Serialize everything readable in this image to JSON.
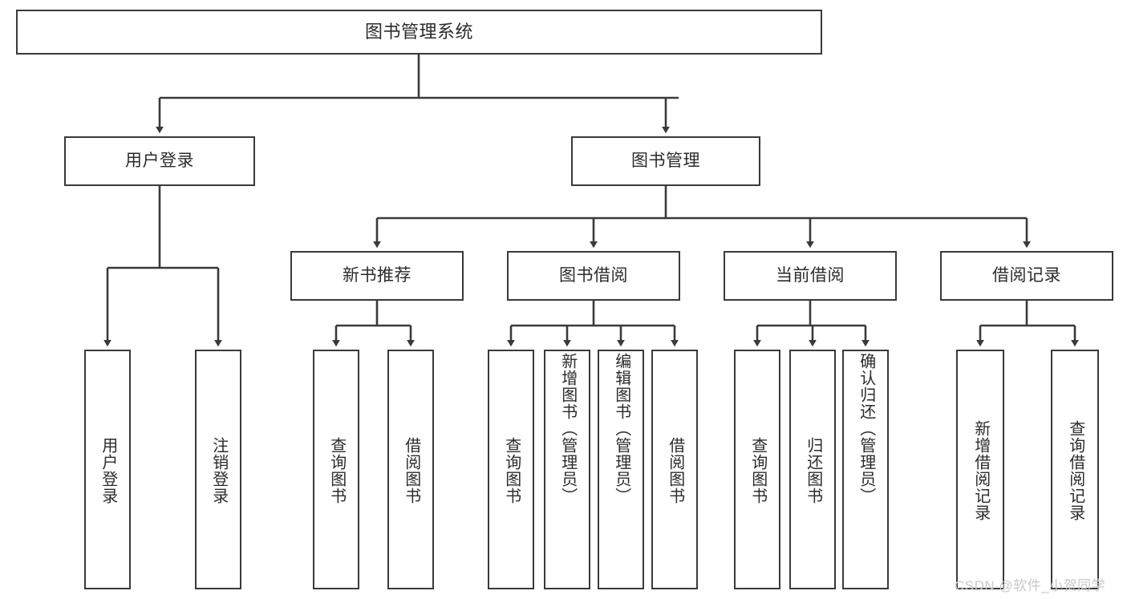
{
  "diagram": {
    "title": "图书管理系统",
    "type": "tree-hierarchy",
    "root": {
      "label": "图书管理系统"
    },
    "level2": [
      {
        "label": "用户登录"
      },
      {
        "label": "图书管理"
      }
    ],
    "level3": [
      {
        "label": "新书推荐"
      },
      {
        "label": "图书借阅"
      },
      {
        "label": "当前借阅"
      },
      {
        "label": "借阅记录"
      }
    ],
    "leaves": {
      "user_login": [
        {
          "label": "用户登录"
        },
        {
          "label": "注销登录"
        }
      ],
      "new_book_recommend": [
        {
          "label": "查询图书"
        },
        {
          "label": "借阅图书"
        }
      ],
      "book_borrow": [
        {
          "label": "查询图书"
        },
        {
          "label": "新增图书（管理员）"
        },
        {
          "label": "编辑图书（管理员）"
        },
        {
          "label": "借阅图书"
        }
      ],
      "current_borrow": [
        {
          "label": "查询图书"
        },
        {
          "label": "归还图书"
        },
        {
          "label": "确认归还（管理员）"
        }
      ],
      "borrow_records": [
        {
          "label": "新增借阅记录"
        },
        {
          "label": "查询借阅记录"
        }
      ]
    }
  },
  "watermark": {
    "text": "CSDN @软件_小贺同学"
  },
  "colors": {
    "stroke": "#3a3a3a",
    "box_fill": "#ffffff",
    "text": "#2b2b2b",
    "watermark": "#c9c9c9",
    "background": "#ffffff"
  }
}
